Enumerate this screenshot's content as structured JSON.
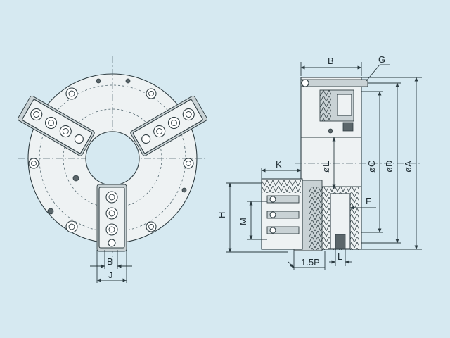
{
  "labels": {
    "B_top": "B",
    "G": "G",
    "K": "K",
    "E": "øE",
    "C": "øC",
    "D": "øD",
    "A": "øA",
    "F": "F",
    "H": "H",
    "M": "M",
    "pitch": "1.5P",
    "L": "L",
    "B_front": "B",
    "J": "J"
  },
  "colors": {
    "background": "#d6e9f1",
    "line": "#2f3d42",
    "body_fill": "#eef2f3"
  }
}
